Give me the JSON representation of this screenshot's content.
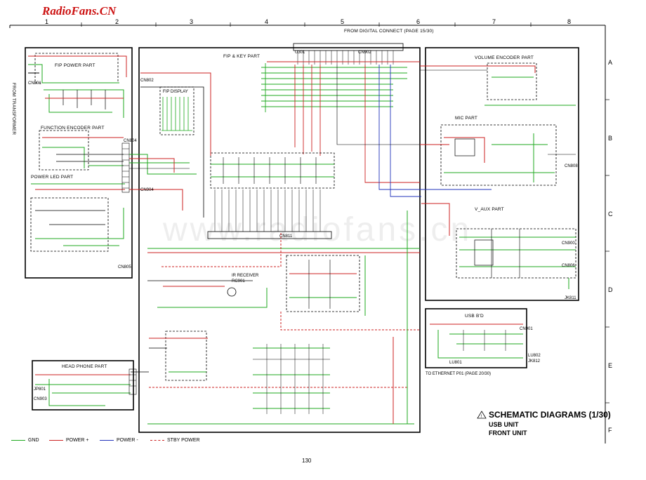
{
  "logo_text": "RadioFans.CN",
  "watermark_text": "www.radiofans.cn",
  "columns": [
    "1",
    "2",
    "3",
    "4",
    "5",
    "6",
    "7",
    "8"
  ],
  "rows": [
    "A",
    "B",
    "C",
    "D",
    "E",
    "F"
  ],
  "blocks": {
    "from_transformer": "FROM TRANSFORMER",
    "fip_power": "FIP POWER PART",
    "function_encoder": "FUNCTION ENCODER PART",
    "power_led": "POWER LED PART",
    "fip_key": "FIP & KEY PART",
    "from_digital": "FROM DIGITAL CONNECT (PAGE 15/30)",
    "volume_encoder": "VOLUME ENCODER PART",
    "mic": "MIC PART",
    "v_aux": "V_AUX PART",
    "ir_receiver": "IR RECEIVER",
    "head_phone": "HEAD PHONE PART",
    "usb_bd": "USB B'D",
    "to_ethernet": "TO ETHERNET P01 (PAGE 20/30)",
    "fip_display": "FIP DISPLAY"
  },
  "refs": {
    "cn801": "CN801",
    "cn802": "CN802",
    "cn804": "CN804",
    "cn805": "CN805",
    "cn904": "CN904",
    "cn903": "CN903",
    "jp801": "JP801",
    "cn808": "CN808",
    "cn900": "CN900",
    "cn806": "CN806",
    "lu801": "LU801",
    "lu802": "LU802",
    "jk811": "JK811",
    "jk812": "JK812",
    "rc901": "RC901",
    "cn811": "CN811",
    "u301": "U301",
    "cn901": "CN901",
    "cn902": "CN902"
  },
  "title": {
    "main": "SCHEMATIC DIAGRAMS (1/30)",
    "line2": "USB UNIT",
    "line3": "FRONT UNIT"
  },
  "legend": {
    "gnd": "GND",
    "power_plus": "POWER +",
    "power_minus": "POWER -",
    "stby": "STBY POWER"
  },
  "page_number": "130",
  "colors": {
    "gnd": "#1faa1f",
    "power_plus": "#cc2222",
    "power_minus": "#2233bb",
    "stby": "#cc2222",
    "frame": "#000000",
    "logo": "#cc1111"
  }
}
